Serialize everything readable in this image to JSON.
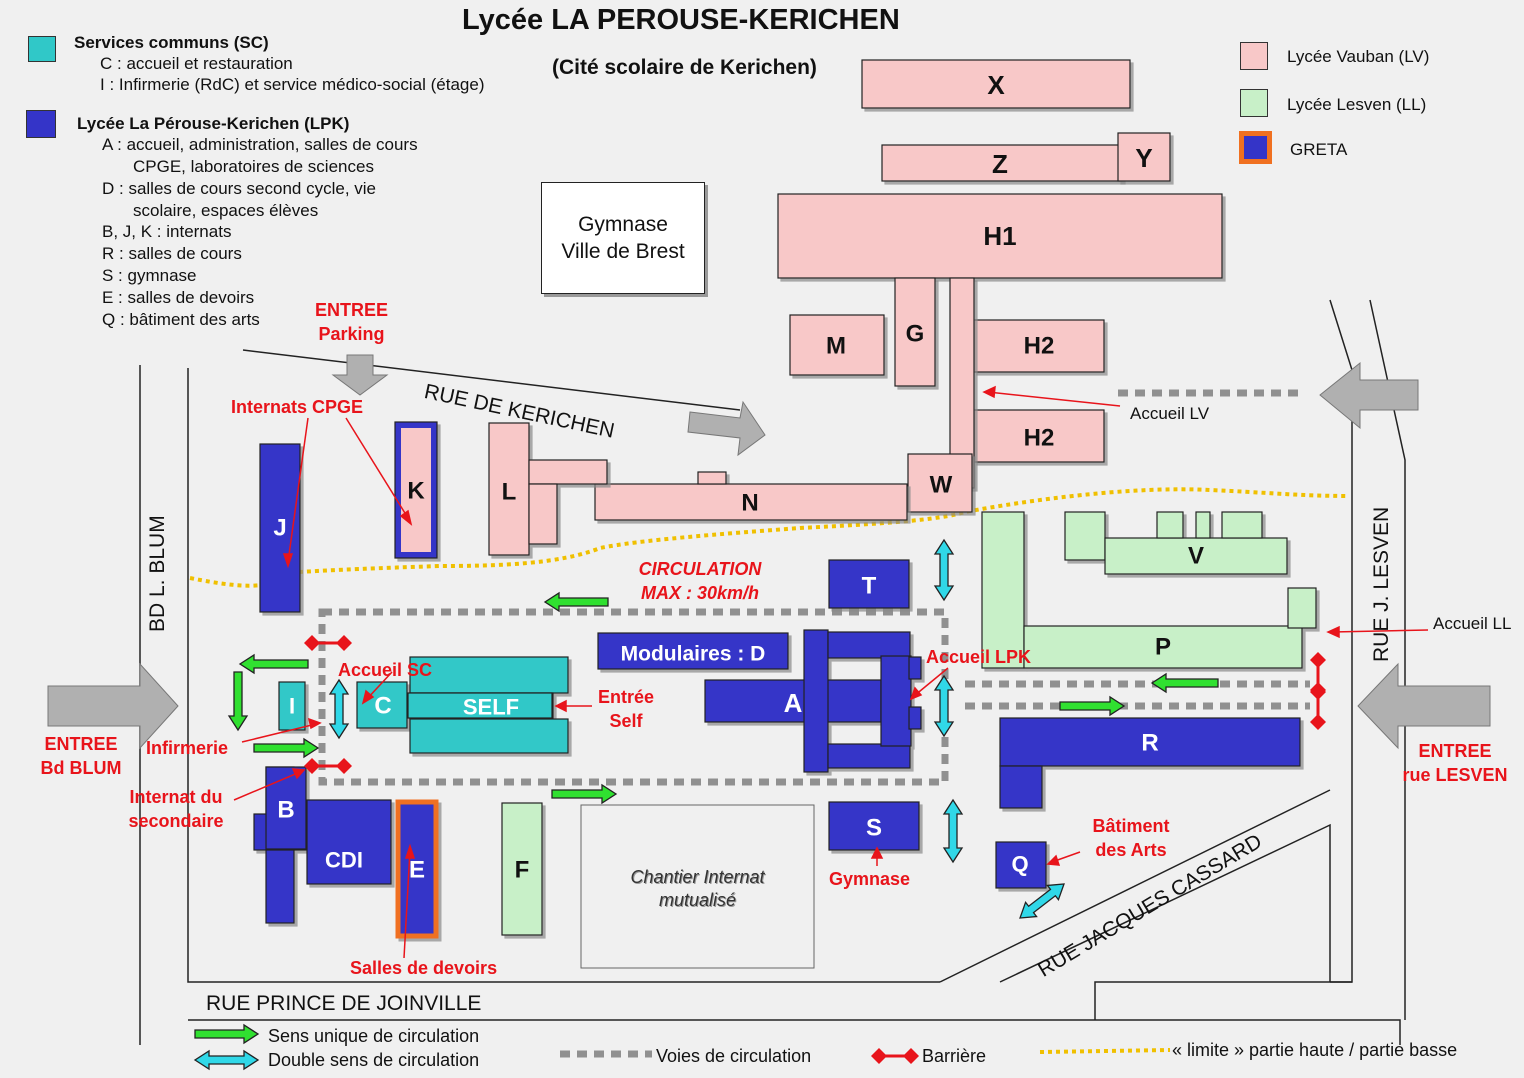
{
  "title": "Lycée LA PEROUSE-KERICHEN",
  "subtitle": "(Cité scolaire de Kerichen)",
  "legend_left": {
    "sc": {
      "heading": "Services communs (SC)",
      "color": "#30c8c8",
      "items": [
        "C : accueil et restauration",
        "I   : Infirmerie (RdC) et service médico-social (étage)"
      ]
    },
    "lpk": {
      "heading": "Lycée La Pérouse-Kerichen (LPK)",
      "color": "#3434c8",
      "items": [
        "A : accueil, administration, salles de cours",
        "CPGE, laboratoires de sciences",
        "D : salles de cours second cycle, vie",
        "scolaire, espaces élèves",
        "B, J, K : internats",
        "R : salles de cours",
        "S : gymnase",
        "E : salles de devoirs",
        "Q : bâtiment des arts"
      ]
    }
  },
  "legend_right": [
    {
      "label": "Lycée Vauban (LV)",
      "color": "#f8c8c8"
    },
    {
      "label": "Lycée Lesven (LL)",
      "color": "#c8f0c8"
    },
    {
      "label": "GRETA",
      "color": "#3434c8",
      "border": "#f07020"
    }
  ],
  "gymnase": [
    "Gymnase",
    "Ville de Brest"
  ],
  "chantier": [
    "Chantier Internat",
    "mutualisé"
  ],
  "buildings": {
    "X": "X",
    "Y": "Y",
    "Z": "Z",
    "H1": "H1",
    "M": "M",
    "G": "G",
    "H2a": "H2",
    "H2b": "H2",
    "W": "W",
    "N": "N",
    "L": "L",
    "K": "K",
    "J": "J",
    "T": "T",
    "V": "V",
    "P": "P",
    "D": "Modulaires : D",
    "A": "A",
    "R": "R",
    "S": "S",
    "Q": "Q",
    "I": "I",
    "C": "C",
    "SELF": "SELF",
    "B": "B",
    "CDI": "CDI",
    "E": "E",
    "F": "F"
  },
  "streets": {
    "kerichen": "RUE DE KERICHEN",
    "blum": "BD  L. BLUM",
    "lesven": "RUE  J.  LESVEN",
    "cassard": "RUE JACQUES CASSARD",
    "joinville": "RUE  PRINCE DE JOINVILLE"
  },
  "annotations": {
    "entree_parking": [
      "ENTREE",
      "Parking"
    ],
    "internats_cpge": "Internats CPGE",
    "circulation": [
      "CIRCULATION",
      "MAX : 30km/h"
    ],
    "accueil_sc": "Accueil SC",
    "entree_self": [
      "Entrée",
      "Self"
    ],
    "accueil_lpk": "Accueil LPK",
    "infirmerie": "Infirmerie",
    "internat_secondaire": [
      "Internat du",
      "secondaire"
    ],
    "salles_devoirs": "Salles de devoirs",
    "gymnase": "Gymnase",
    "batiment_arts": [
      "Bâtiment",
      "des Arts"
    ],
    "entree_blum": [
      "ENTREE",
      "Bd BLUM"
    ],
    "entree_lesven": [
      "ENTREE",
      "rue LESVEN"
    ],
    "accueil_lv": "Accueil LV",
    "accueil_ll": "Accueil LL"
  },
  "bottom_legend": {
    "one_way": "Sens unique de circulation",
    "two_way": "Double sens de circulation",
    "roads": "Voies de circulation",
    "barrier": "Barrière",
    "limit": "« limite » partie haute / partie basse"
  },
  "colors": {
    "pink": "#f8c8c8",
    "green": "#c8f0c8",
    "blue": "#3434c8",
    "teal": "#30c8c8",
    "orange": "#f07020",
    "red": "#e8141b",
    "arrow_green": "#30e030",
    "arrow_cyan": "#30d8e8",
    "road_gray": "#909090",
    "limit_yellow": "#f0c000"
  }
}
